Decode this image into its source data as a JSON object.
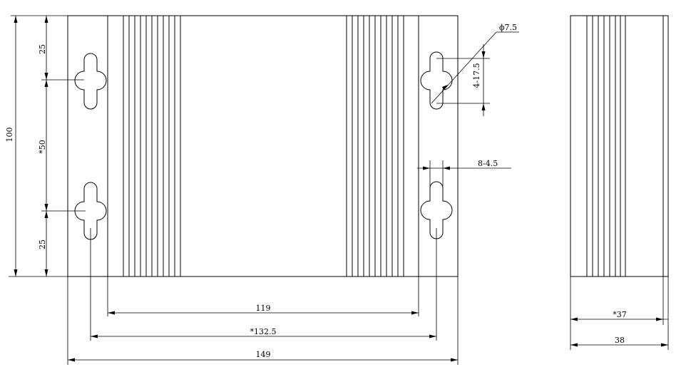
{
  "dimensions": {
    "overall_height": "100",
    "top_offset": "25",
    "slot_spacing": "*50",
    "bottom_offset": "25",
    "fin_span": "119",
    "slot_span": "*132.5",
    "overall_width": "149",
    "hole_diameter": "ϕ7.5",
    "slot_length": "4-17.5",
    "slot_width": "8-4.5",
    "side_inner": "*37",
    "side_outer": "38"
  }
}
